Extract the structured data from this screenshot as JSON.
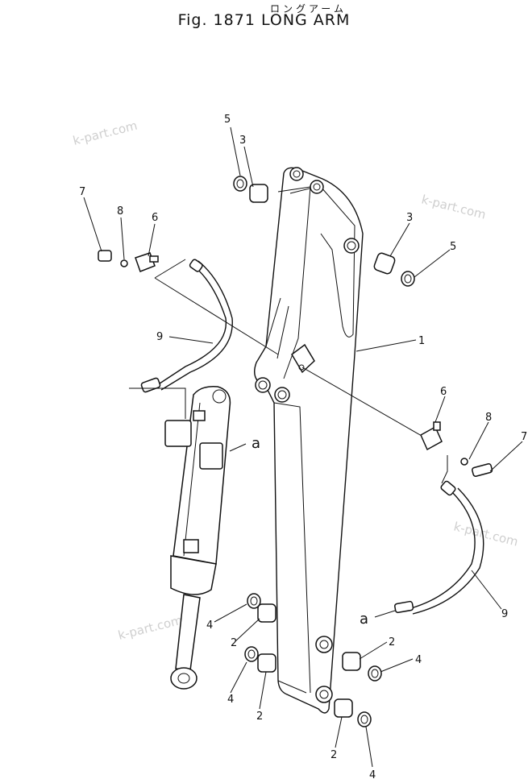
{
  "header": {
    "title_jp": "ロングアーム",
    "title": "Fig. 1871  LONG ARM"
  },
  "watermark": "k-part.com",
  "callouts": {
    "n1": "1",
    "n2a": "2",
    "n2b": "2",
    "n2c": "2",
    "n2d": "2",
    "n3a": "3",
    "n3b": "3",
    "n4a": "4",
    "n4b": "4",
    "n4c": "4",
    "n4d": "4",
    "n5a": "5",
    "n5b": "5",
    "n6a": "6",
    "n6b": "6",
    "n7a": "7",
    "n7b": "7",
    "n8a": "8",
    "n8b": "8",
    "n9a": "9",
    "n9b": "9",
    "refa1": "a",
    "refa2": "a"
  }
}
